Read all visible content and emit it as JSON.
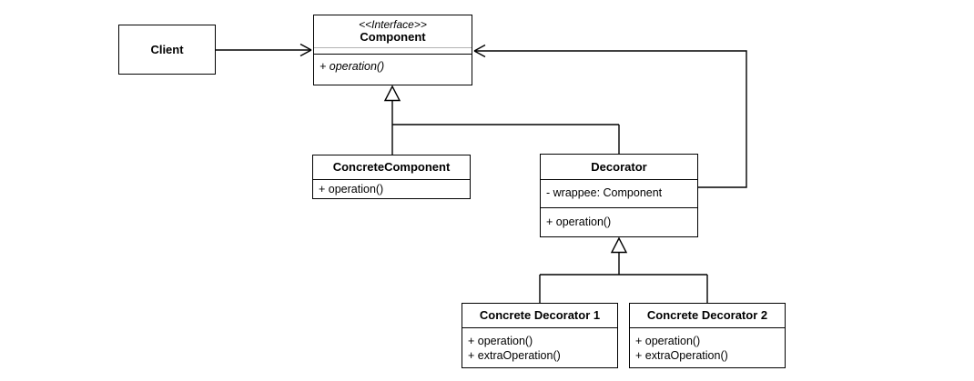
{
  "diagram": {
    "kind": "uml-class-diagram",
    "pattern": "Decorator",
    "colors": {
      "stroke": "#000000",
      "box_fill": "#ffffff",
      "soft_divider": "#b3b3b3",
      "text": "#000000"
    }
  },
  "classes": [
    {
      "id": "client",
      "name": "Client",
      "stereotype": "",
      "attributes": [],
      "methods": []
    },
    {
      "id": "component",
      "name": "Component",
      "stereotype": "<<Interface>>",
      "attributes": [],
      "methods": [
        "+ operation()"
      ],
      "abstract": true
    },
    {
      "id": "concrete-component",
      "name": "ConcreteComponent",
      "stereotype": "",
      "attributes": [],
      "methods": [
        "+ operation()"
      ]
    },
    {
      "id": "decorator",
      "name": "Decorator",
      "stereotype": "",
      "attributes": [
        "- wrappee: Component"
      ],
      "methods": [
        "+ operation()"
      ]
    },
    {
      "id": "concrete-decorator-1",
      "name": "Concrete Decorator 1",
      "stereotype": "",
      "attributes": [],
      "methods": [
        "+ operation()",
        "+ extraOperation()"
      ]
    },
    {
      "id": "concrete-decorator-2",
      "name": "Concrete Decorator 2",
      "stereotype": "",
      "attributes": [],
      "methods": [
        "+ operation()",
        "+ extraOperation()"
      ]
    }
  ],
  "relationships": [
    {
      "type": "association",
      "from": "Client",
      "to": "Component",
      "arrowhead": "open"
    },
    {
      "type": "realization",
      "from": "ConcreteComponent",
      "to": "Component",
      "arrowhead": "hollow-triangle"
    },
    {
      "type": "realization",
      "from": "Decorator",
      "to": "Component",
      "arrowhead": "hollow-triangle"
    },
    {
      "type": "association",
      "from": "Decorator",
      "to": "Component",
      "role": "wrappee",
      "arrowhead": "open"
    },
    {
      "type": "generalization",
      "from": "Concrete Decorator 1",
      "to": "Decorator",
      "arrowhead": "hollow-triangle"
    },
    {
      "type": "generalization",
      "from": "Concrete Decorator 2",
      "to": "Decorator",
      "arrowhead": "hollow-triangle"
    }
  ]
}
